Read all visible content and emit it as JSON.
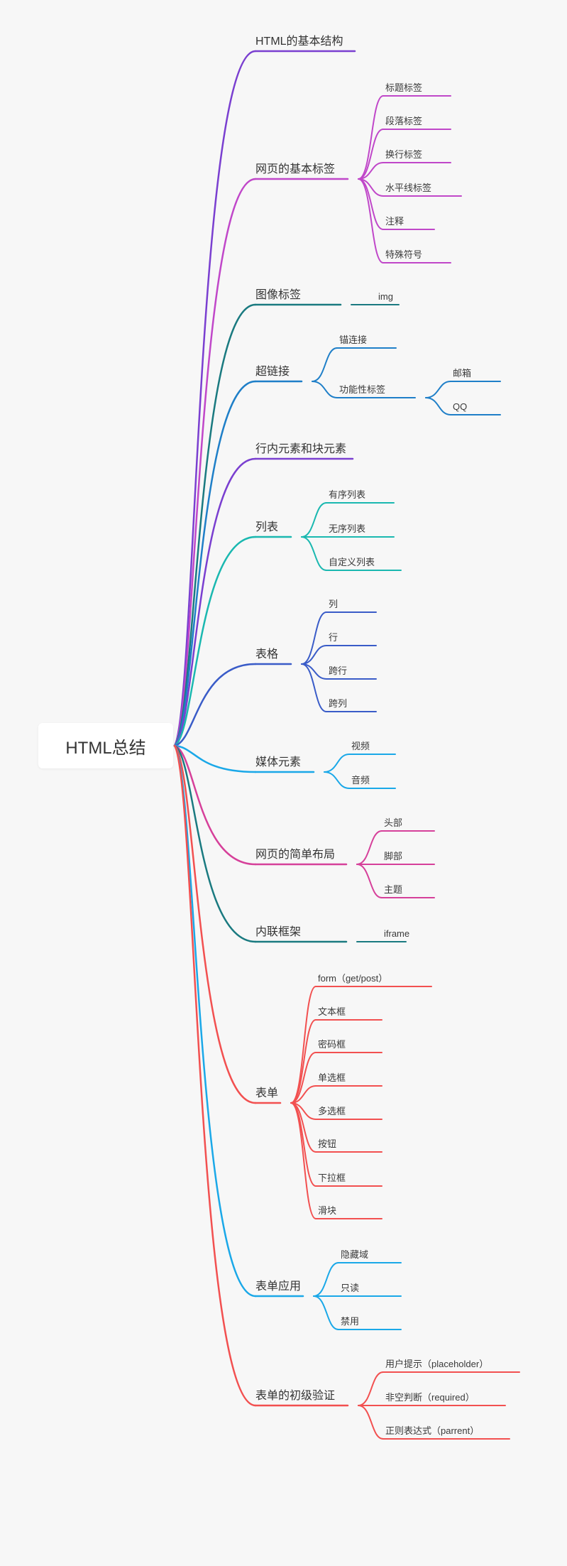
{
  "mindmap": {
    "root": "HTML总结",
    "branches": [
      {
        "label": "HTML的基本结构",
        "color": "#7a3fd0",
        "children": []
      },
      {
        "label": "网页的基本标签",
        "color": "#c047c9",
        "children": [
          {
            "label": "标题标签"
          },
          {
            "label": "段落标签"
          },
          {
            "label": "换行标签"
          },
          {
            "label": "水平线标签"
          },
          {
            "label": "注释"
          },
          {
            "label": "特殊符号"
          }
        ]
      },
      {
        "label": "图像标签",
        "color": "#1a7a80",
        "children": [
          {
            "label": "img"
          }
        ]
      },
      {
        "label": "超链接",
        "color": "#1f7fc8",
        "children": [
          {
            "label": "锚连接"
          },
          {
            "label": "功能性标签",
            "children": [
              {
                "label": "邮箱"
              },
              {
                "label": "QQ"
              }
            ]
          }
        ]
      },
      {
        "label": "行内元素和块元素",
        "color": "#7a3fd0",
        "children": []
      },
      {
        "label": "列表",
        "color": "#1ab8b0",
        "children": [
          {
            "label": "有序列表"
          },
          {
            "label": "无序列表"
          },
          {
            "label": "自定义列表"
          }
        ]
      },
      {
        "label": "表格",
        "color": "#3a5cc8",
        "children": [
          {
            "label": "列"
          },
          {
            "label": "行"
          },
          {
            "label": "跨行"
          },
          {
            "label": "跨列"
          }
        ]
      },
      {
        "label": "媒体元素",
        "color": "#1aa8e8",
        "children": [
          {
            "label": "视频"
          },
          {
            "label": "音频"
          }
        ]
      },
      {
        "label": "网页的简单布局",
        "color": "#d6409a",
        "children": [
          {
            "label": "头部"
          },
          {
            "label": "脚部"
          },
          {
            "label": "主题"
          }
        ]
      },
      {
        "label": "内联框架",
        "color": "#1a7a80",
        "children": [
          {
            "label": "iframe"
          }
        ]
      },
      {
        "label": "表单",
        "color": "#f25050",
        "children": [
          {
            "label": "form（get/post）"
          },
          {
            "label": "文本框"
          },
          {
            "label": "密码框"
          },
          {
            "label": "单选框"
          },
          {
            "label": "多选框"
          },
          {
            "label": "按钮"
          },
          {
            "label": "下拉框"
          },
          {
            "label": "滑块"
          }
        ]
      },
      {
        "label": "表单应用",
        "color": "#1aa8e8",
        "children": [
          {
            "label": "隐藏域"
          },
          {
            "label": "只读"
          },
          {
            "label": "禁用"
          }
        ]
      },
      {
        "label": "表单的初级验证",
        "color": "#f25050",
        "children": [
          {
            "label": "用户提示（placeholder）"
          },
          {
            "label": "非空判断（required）"
          },
          {
            "label": "正则表达式（parrent）"
          }
        ]
      }
    ]
  }
}
